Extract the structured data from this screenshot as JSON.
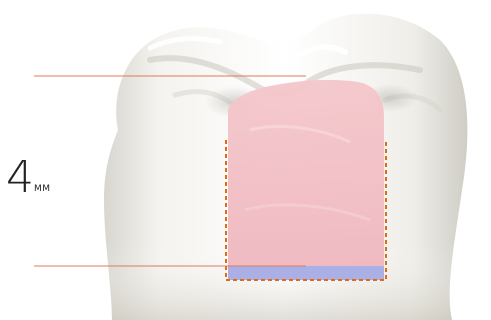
{
  "measurement": {
    "value": "4",
    "unit": "MM"
  },
  "colors": {
    "tooth_light": "#f7f7f5",
    "tooth_shadow": "#c9c7c0",
    "restoration_fill": "#f1bcc2",
    "base_layer": "#aab0e6",
    "guide_line": "#e07a5a",
    "dashed_outline": "#e06a1a",
    "label_text": "#222222"
  },
  "icons": {
    "tooth": "molar-tooth-illustration"
  }
}
